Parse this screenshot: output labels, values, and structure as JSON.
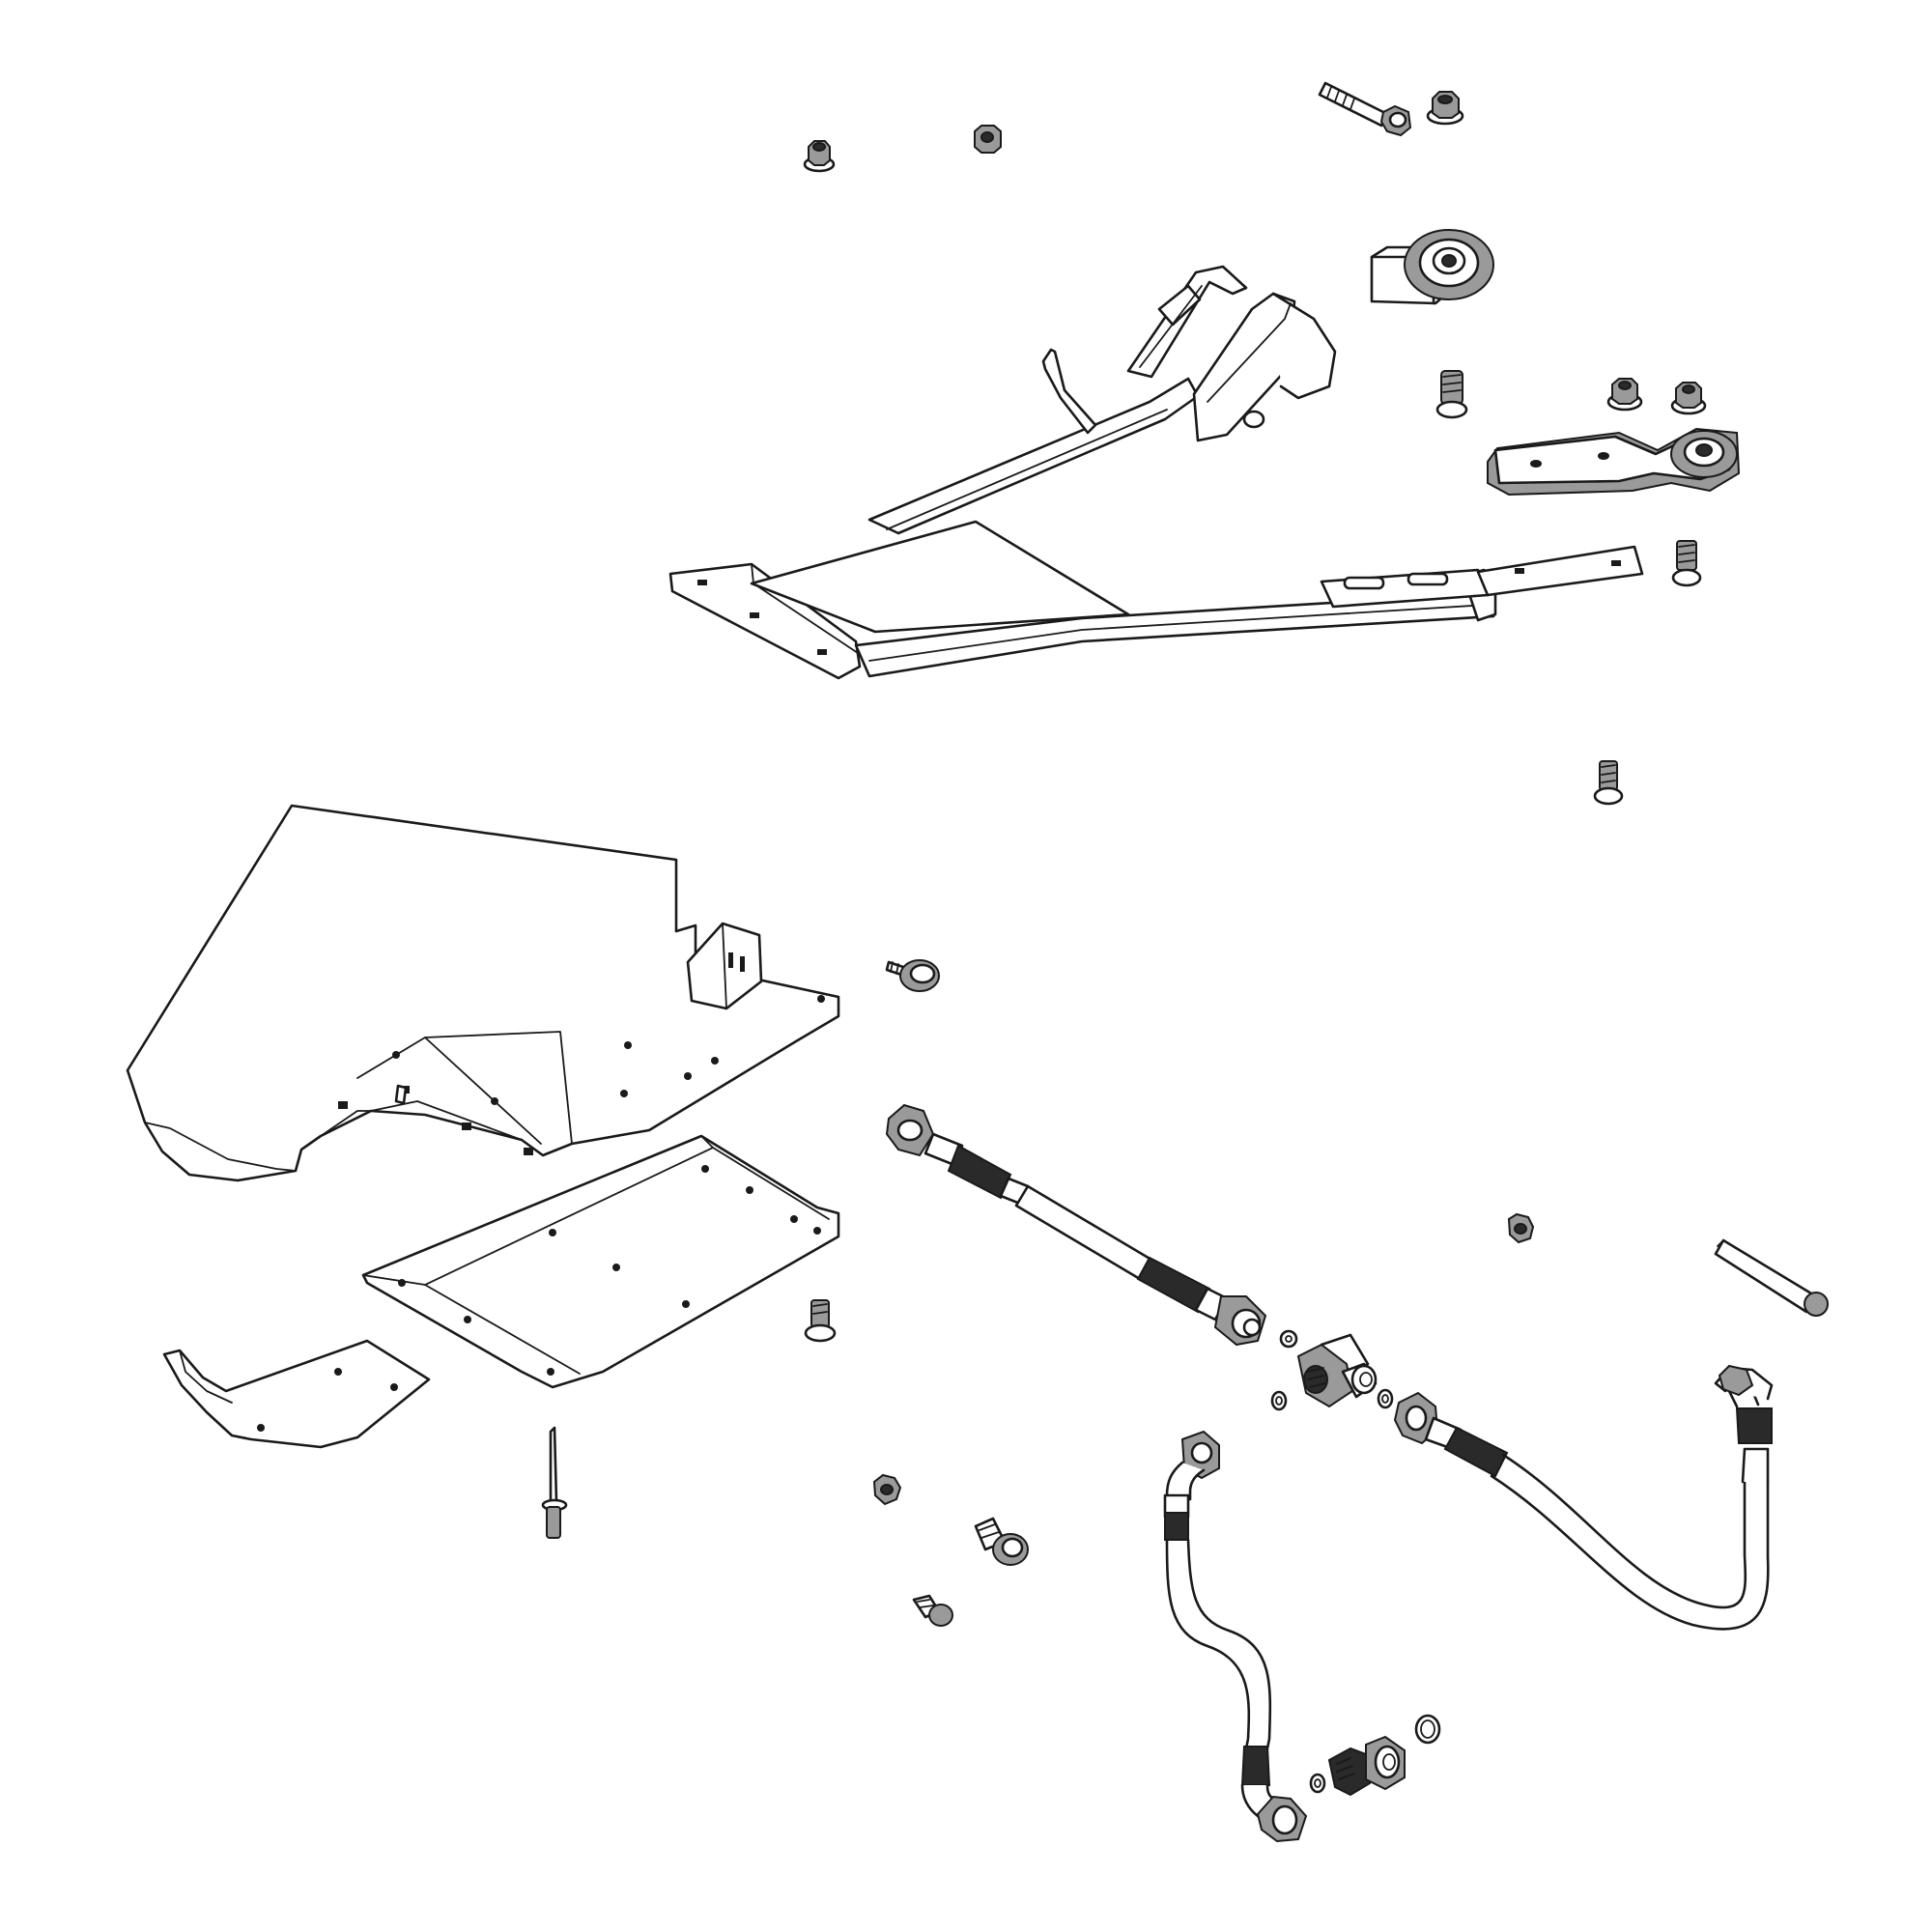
{
  "figure": {
    "kind": "exploded-parts-diagram",
    "colors": {
      "line": "#1a1a1a",
      "fill": "#ffffff",
      "shade": "#9a9a9a"
    },
    "parts": [
      {
        "id": "flange-nut-top-left",
        "icon": "flange-nut-icon"
      },
      {
        "id": "hex-nut-top",
        "icon": "hex-nut-icon"
      },
      {
        "id": "long-bolt-top",
        "icon": "bolt-icon"
      },
      {
        "id": "flange-nut-top-right",
        "icon": "flange-nut-icon"
      },
      {
        "id": "bushing-bracket",
        "icon": "bushing-icon"
      },
      {
        "id": "a-frame-arm",
        "icon": "frame-icon"
      },
      {
        "id": "short-bolt-mid",
        "icon": "bolt-icon"
      },
      {
        "id": "flange-nut-pair-1",
        "icon": "flange-nut-icon"
      },
      {
        "id": "flange-nut-pair-2",
        "icon": "flange-nut-icon"
      },
      {
        "id": "link-arm",
        "icon": "link-arm-icon"
      },
      {
        "id": "screw-right",
        "icon": "screw-icon"
      },
      {
        "id": "screw-lower-right",
        "icon": "screw-icon"
      },
      {
        "id": "shield-panel",
        "icon": "shield-icon"
      },
      {
        "id": "carriage-bolt-mid",
        "icon": "bolt-icon"
      },
      {
        "id": "skid-plate",
        "icon": "plate-icon"
      },
      {
        "id": "screw-plate",
        "icon": "screw-icon"
      },
      {
        "id": "lower-deflector",
        "icon": "deflector-icon"
      },
      {
        "id": "rivet-pin",
        "icon": "rivet-icon"
      },
      {
        "id": "hydraulic-hose-upper",
        "icon": "hose-icon"
      },
      {
        "id": "o-ring-1",
        "icon": "o-ring-icon"
      },
      {
        "id": "tee-fitting",
        "icon": "tee-fitting-icon"
      },
      {
        "id": "o-ring-2",
        "icon": "o-ring-icon"
      },
      {
        "id": "o-ring-3",
        "icon": "o-ring-icon"
      },
      {
        "id": "hex-nut-right",
        "icon": "hex-nut-icon"
      },
      {
        "id": "long-pin-right",
        "icon": "pin-icon"
      },
      {
        "id": "hydraulic-hose-right",
        "icon": "hose-icon"
      },
      {
        "id": "hydraulic-hose-lower",
        "icon": "hose-icon"
      },
      {
        "id": "hex-nut-bottom",
        "icon": "hex-nut-icon"
      },
      {
        "id": "bolt-bottom",
        "icon": "bolt-icon"
      },
      {
        "id": "small-screw-bottom",
        "icon": "screw-icon"
      },
      {
        "id": "adapter-fitting",
        "icon": "adapter-fitting-icon"
      },
      {
        "id": "o-ring-4",
        "icon": "o-ring-icon"
      },
      {
        "id": "o-ring-5",
        "icon": "o-ring-icon"
      }
    ]
  }
}
